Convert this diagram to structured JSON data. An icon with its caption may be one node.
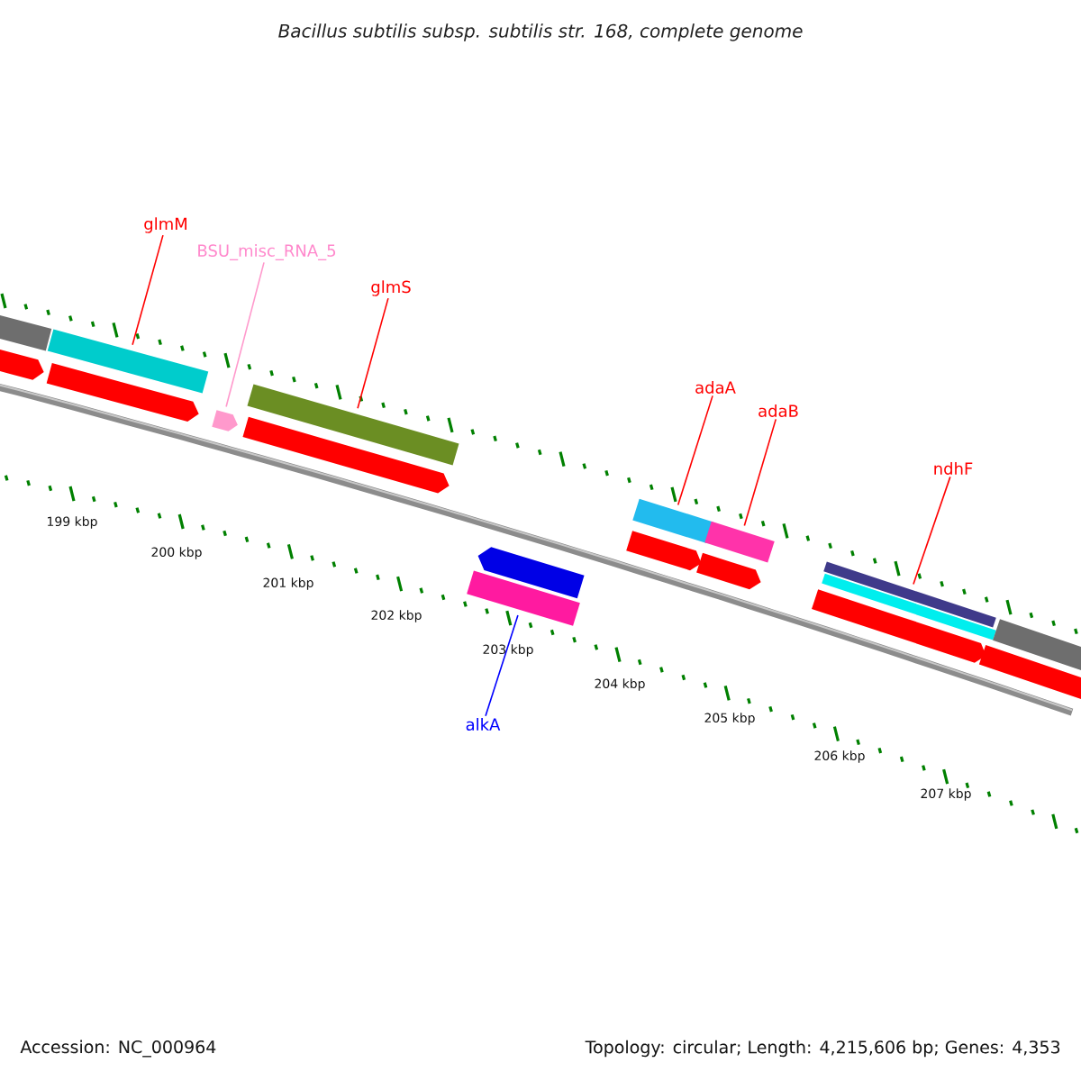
{
  "diagram": {
    "title": "Bacillus subtilis subsp. subtilis str. 168, complete genome",
    "nodes": [
      {
        "text": [
          "glmM"
        ]
      },
      {
        "text": [
          "BSU_misc_RNA_5"
        ]
      },
      {
        "text": [
          "glmS"
        ]
      },
      {
        "text": [
          "adaA"
        ]
      },
      {
        "text": [
          "adaB"
        ]
      },
      {
        "text": [
          "ndhF"
        ]
      },
      {
        "text": [
          "alkA"
        ]
      },
      {
        "text": [],
        "shape": "bar"
      },
      {
        "text": [],
        "shape": "arrow"
      },
      {
        "text": [],
        "shape": "bar"
      },
      {
        "text": [],
        "shape": "bar"
      },
      {
        "text": [],
        "shape": "bar"
      },
      {
        "text": [],
        "shape": "bar"
      },
      {
        "text": [],
        "shape": "bar"
      },
      {
        "text": [],
        "shape": "bar"
      },
      {
        "text": [],
        "shape": "arrow"
      },
      {
        "text": [],
        "shape": "arrow"
      },
      {
        "text": [],
        "shape": "arrow"
      },
      {
        "text": [],
        "shape": "arrow"
      },
      {
        "text": [],
        "shape": "arrow"
      },
      {
        "text": [],
        "shape": "arrow"
      },
      {
        "text": [],
        "shape": "arrow"
      },
      {
        "text": [],
        "shape": "arrow"
      },
      {
        "text": [],
        "shape": "bar"
      },
      {
        "text": [],
        "shape": "bar"
      }
    ],
    "edges": [
      {
        "from": 0,
        "to": 7,
        "arrow": "none"
      },
      {
        "from": 1,
        "to": 8,
        "arrow": "none",
        "color": "#ff99cc"
      },
      {
        "from": 2,
        "to": 9,
        "arrow": "none"
      },
      {
        "from": 6,
        "to": 10,
        "arrow": "none",
        "color": "#0000ff"
      },
      {
        "from": 3,
        "to": 11,
        "arrow": "none"
      },
      {
        "from": 4,
        "to": 12,
        "arrow": "none"
      },
      {
        "from": 5,
        "to": 13,
        "arrow": "none"
      }
    ],
    "labels": [
      "199 kbp",
      "200 kbp",
      "201 kbp",
      "202 kbp",
      "203 kbp",
      "204 kbp",
      "205 kbp",
      "206 kbp",
      "207 kbp",
      "Accession: NC_000964",
      "Topology: circular; Length: 4,215,606 bp; Genes: 4,353"
    ]
  }
}
